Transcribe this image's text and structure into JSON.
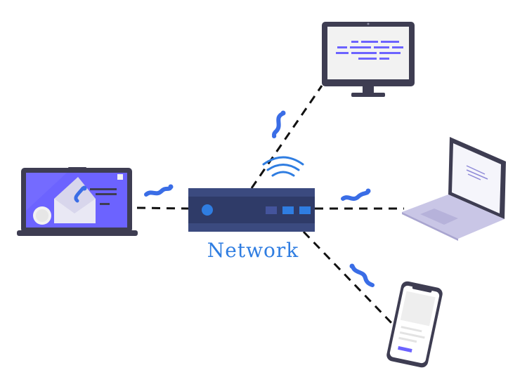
{
  "diagram": {
    "center_label": "Network",
    "colors": {
      "router_dark": "#3b4a7f",
      "router_light": "#44549c",
      "accent_blue": "#2f7de1",
      "worm_blue": "#3a6de6",
      "device_dark": "#3e3d52",
      "monitor_screen": "#f2f2f2",
      "code_purple": "#6c63ff",
      "laptop_screen_purple": "#6c63ff",
      "laptop_light": "#c9c6e6",
      "phone_screen": "#eeeeee"
    },
    "nodes": [
      {
        "id": "router",
        "icon": "router-icon"
      },
      {
        "id": "desktop",
        "icon": "desktop-monitor-icon"
      },
      {
        "id": "laptop-left",
        "icon": "laptop-email-icon"
      },
      {
        "id": "laptop-right",
        "icon": "laptop-icon"
      },
      {
        "id": "phone",
        "icon": "smartphone-icon"
      }
    ],
    "links": [
      {
        "from": "router",
        "to": "desktop",
        "style": "dashed",
        "packet_icon": "worm-icon"
      },
      {
        "from": "router",
        "to": "laptop-left",
        "style": "dashed",
        "packet_icon": "worm-icon"
      },
      {
        "from": "router",
        "to": "laptop-right",
        "style": "dashed",
        "packet_icon": "worm-icon"
      },
      {
        "from": "router",
        "to": "phone",
        "style": "dashed",
        "packet_icon": "worm-icon"
      }
    ]
  }
}
